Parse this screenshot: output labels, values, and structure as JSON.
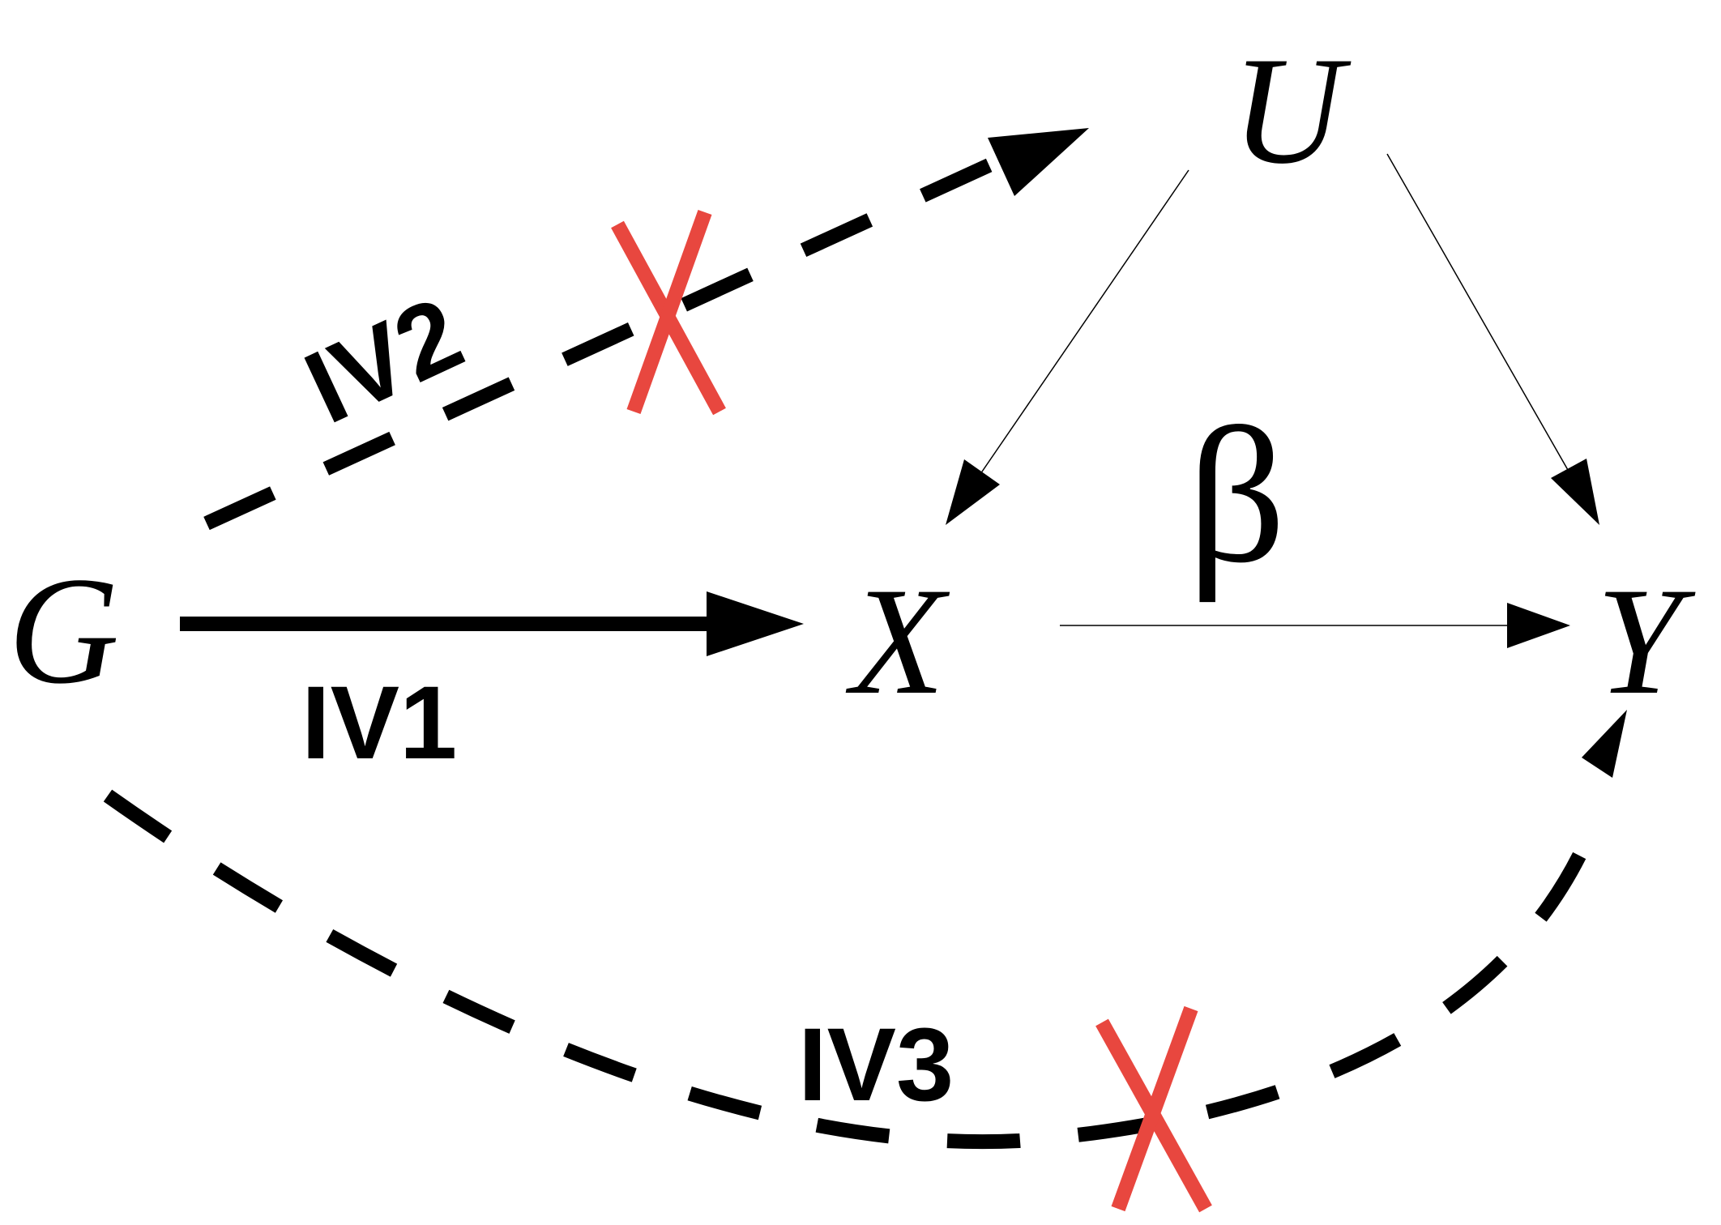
{
  "nodes": {
    "g": "G",
    "x": "X",
    "u": "U",
    "y": "Y"
  },
  "edge_labels": {
    "beta": "β",
    "iv1": "IV1",
    "iv2": "IV2",
    "iv3": "IV3"
  },
  "edges": [
    {
      "from": "G",
      "to": "X",
      "style": "solid",
      "label": "IV1"
    },
    {
      "from": "G",
      "to": "U",
      "style": "dashed",
      "label": "IV2",
      "violated": true
    },
    {
      "from": "G",
      "to": "Y",
      "style": "dashed",
      "label": "IV3",
      "violated": true
    },
    {
      "from": "X",
      "to": "Y",
      "style": "solid",
      "label": "β"
    },
    {
      "from": "U",
      "to": "X",
      "style": "solid"
    },
    {
      "from": "U",
      "to": "Y",
      "style": "solid"
    }
  ],
  "colors": {
    "ink": "#000000",
    "violation_mark": "#e8473f"
  }
}
